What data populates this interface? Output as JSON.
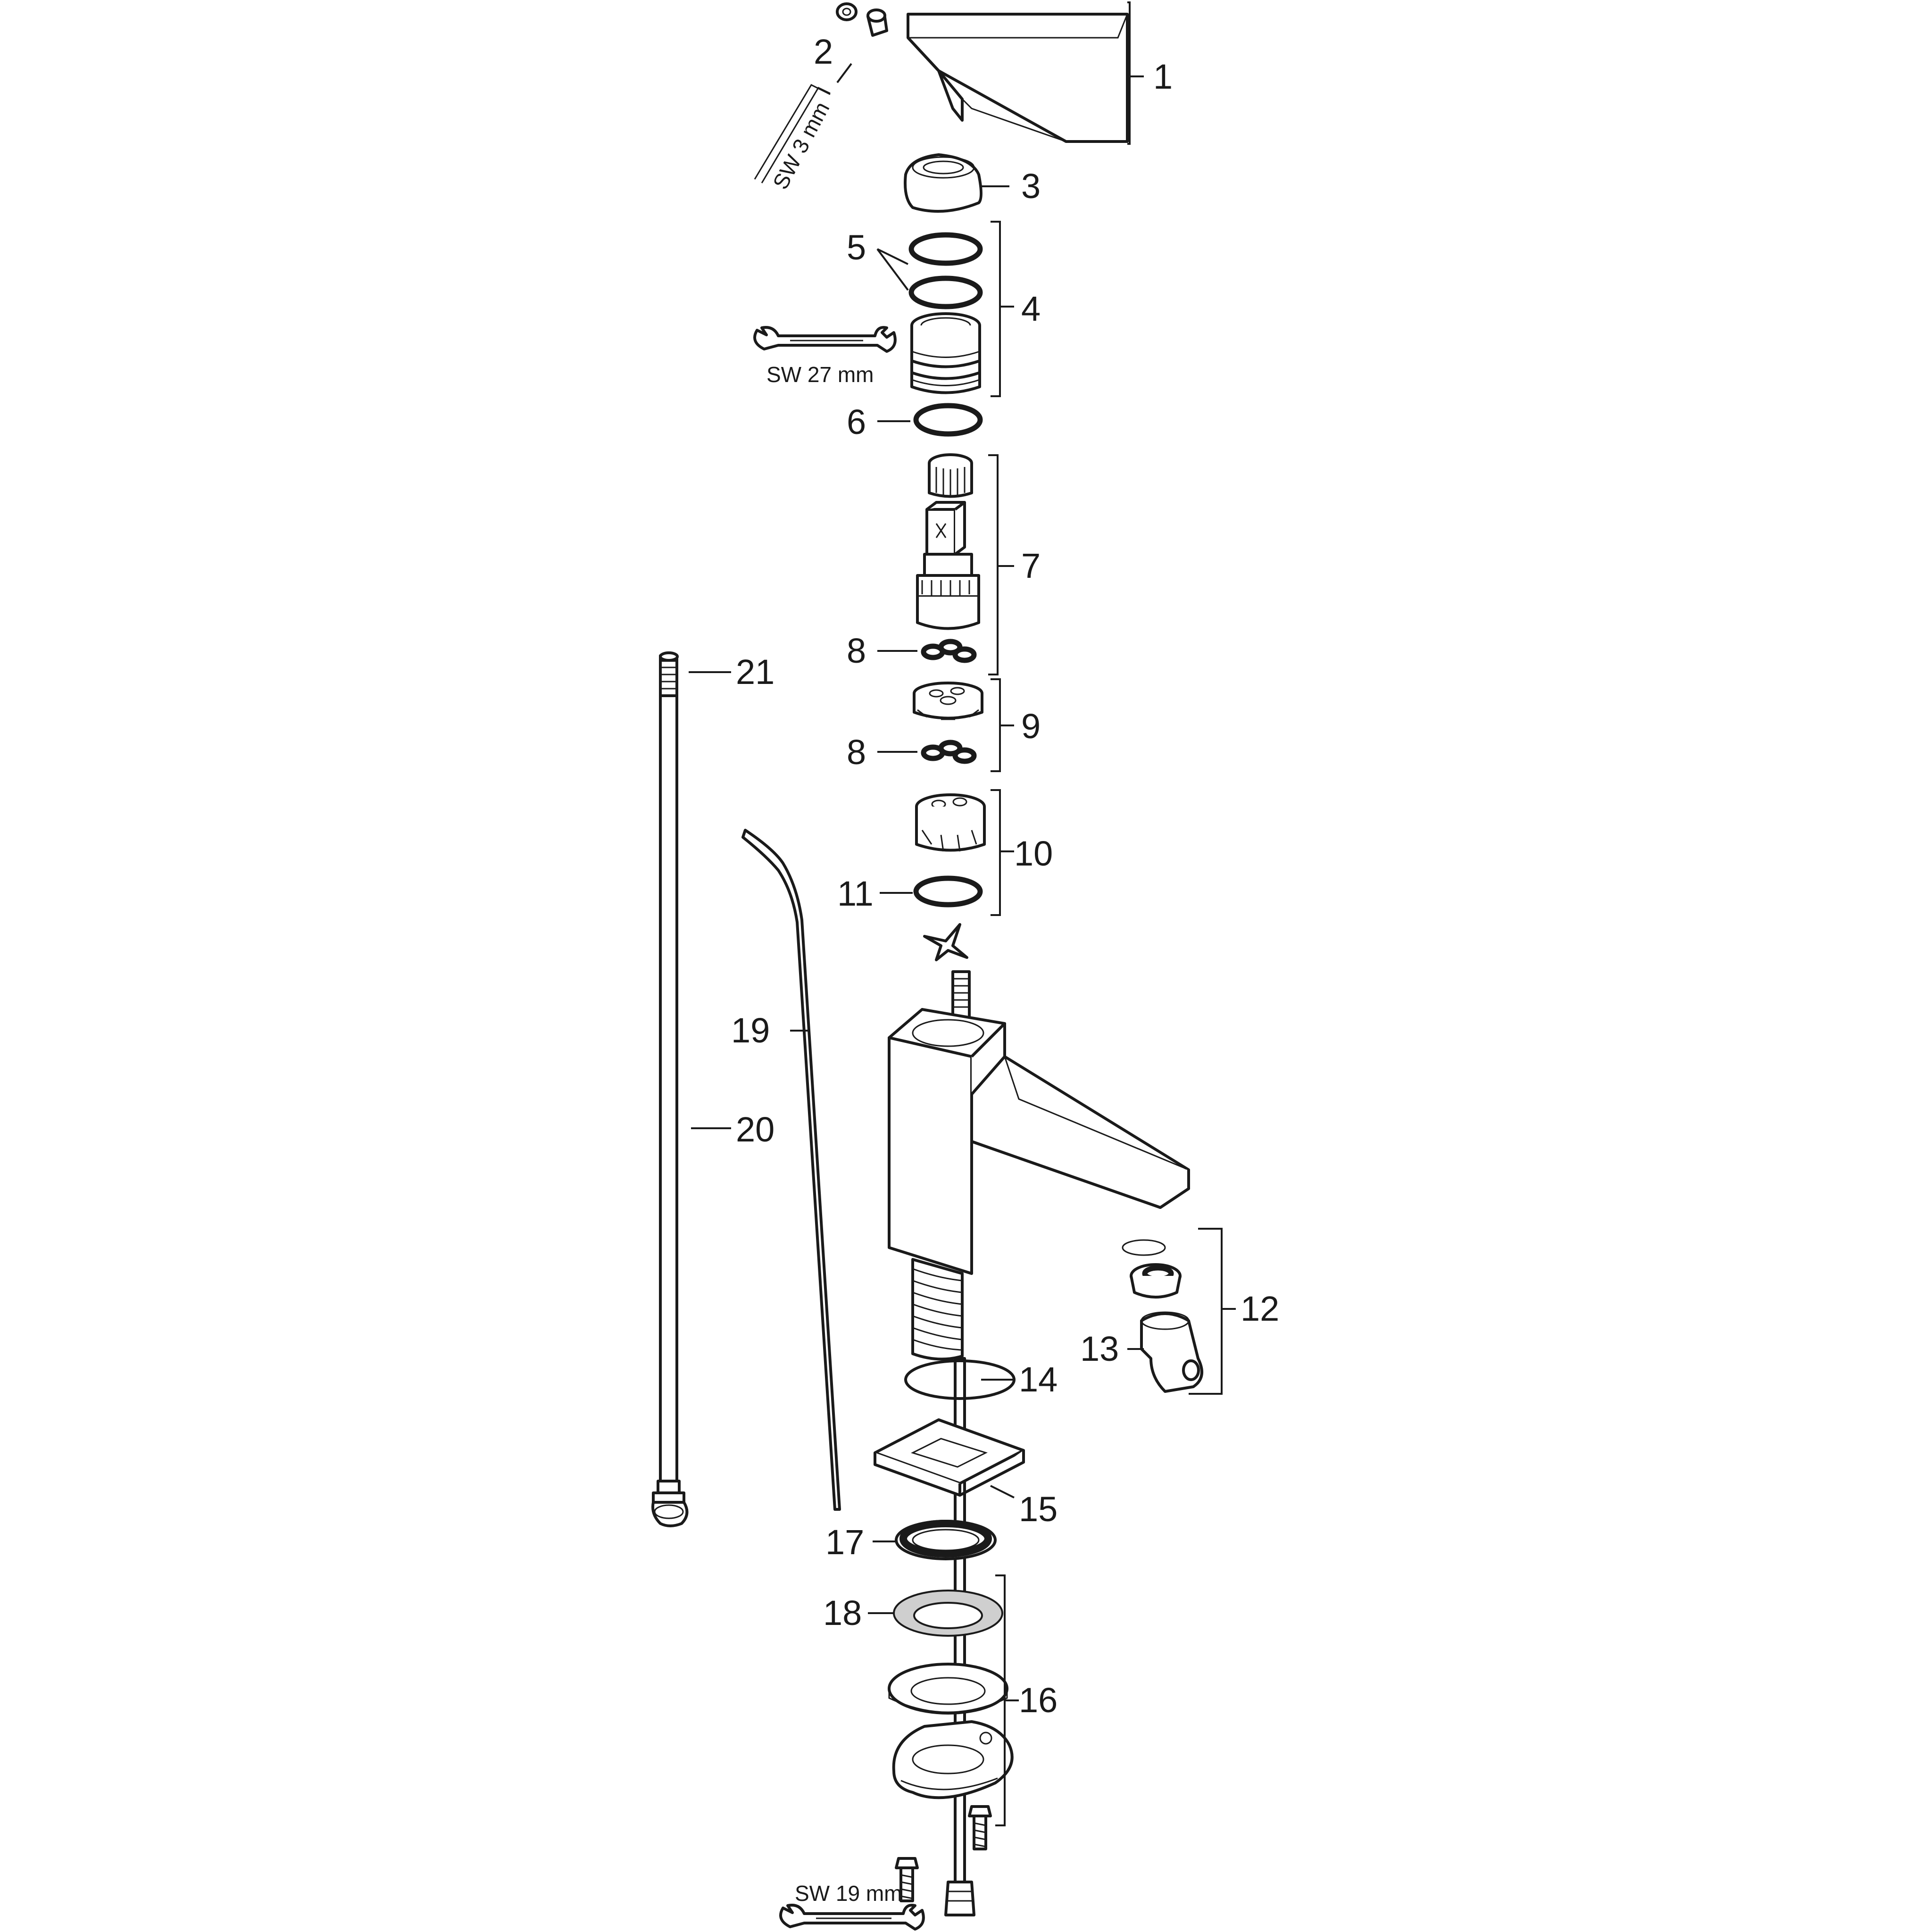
{
  "labels": {
    "p1": "1",
    "p2": "2",
    "p3": "3",
    "p4": "4",
    "p5": "5",
    "p6": "6",
    "p7": "7",
    "p8a": "8",
    "p8b": "8",
    "p9": "9",
    "p10": "10",
    "p11": "11",
    "p12": "12",
    "p13": "13",
    "p14": "14",
    "p15": "15",
    "p16": "16",
    "p17": "17",
    "p18": "18",
    "p19": "19",
    "p20": "20",
    "p21": "21"
  },
  "tools": {
    "allen_key": "SW 3 mm",
    "wrench_27": "SW 27 mm",
    "wrench_19": "SW 19 mm"
  },
  "icons": {
    "allen_key": "hex-key-icon",
    "wrench": "open-end-wrench-icon"
  }
}
